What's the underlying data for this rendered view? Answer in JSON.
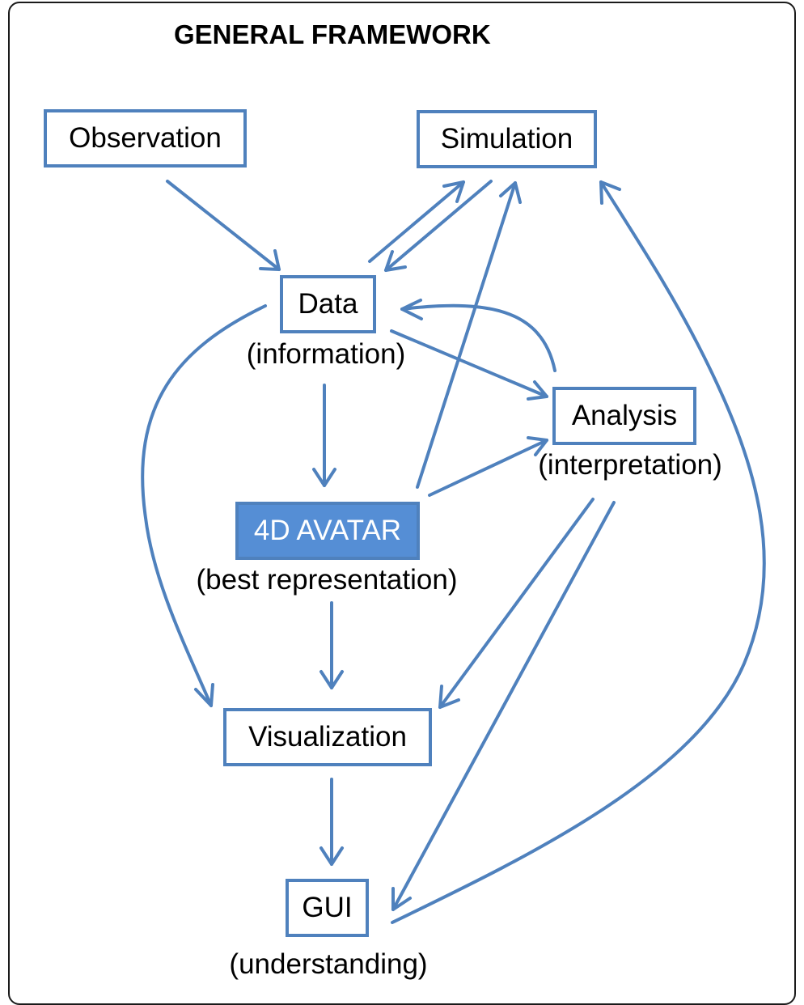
{
  "title": "GENERAL FRAMEWORK",
  "colors": {
    "accent": "#4f81bd",
    "filled_node": "#558ed5",
    "text": "#000000",
    "frame": "#1a1a1a"
  },
  "nodes": {
    "observation": {
      "label": "Observation"
    },
    "simulation": {
      "label": "Simulation"
    },
    "data": {
      "label": "Data",
      "caption": "(information)"
    },
    "analysis": {
      "label": "Analysis",
      "caption": "(interpretation)"
    },
    "avatar": {
      "label": "4D AVATAR",
      "caption": "(best representation)",
      "highlighted": true
    },
    "visualization": {
      "label": "Visualization"
    },
    "gui": {
      "label": "GUI",
      "caption": "(understanding)"
    }
  },
  "edges": [
    {
      "from": "observation",
      "to": "data"
    },
    {
      "from": "data",
      "to": "simulation"
    },
    {
      "from": "simulation",
      "to": "data"
    },
    {
      "from": "analysis",
      "to": "data"
    },
    {
      "from": "data",
      "to": "analysis"
    },
    {
      "from": "data",
      "to": "avatar"
    },
    {
      "from": "data",
      "to": "visualization"
    },
    {
      "from": "avatar",
      "to": "simulation"
    },
    {
      "from": "avatar",
      "to": "analysis"
    },
    {
      "from": "avatar",
      "to": "visualization"
    },
    {
      "from": "analysis",
      "to": "visualization"
    },
    {
      "from": "analysis",
      "to": "gui"
    },
    {
      "from": "visualization",
      "to": "gui"
    },
    {
      "from": "gui",
      "to": "simulation"
    }
  ]
}
